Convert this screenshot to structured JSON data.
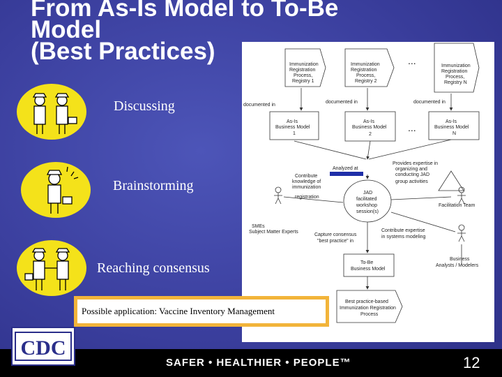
{
  "slide": {
    "title_lines": [
      "From As-Is Model to To-Be",
      "Model",
      "(Best Practices)"
    ],
    "steps": [
      "Discussing",
      "Brainstorming",
      "Reaching consensus"
    ],
    "callout": "Possible application: Vaccine Inventory Management",
    "tagline": "SAFER • HEALTHIER • PEOPLE™",
    "page_number": "12",
    "logo_text": "CDC"
  },
  "diagram": {
    "process_1": [
      "Immunization",
      "Registration",
      "Process,",
      "Registry 1"
    ],
    "process_2": [
      "Immunization",
      "Registration",
      "Process,",
      "Registry 2"
    ],
    "process_n": [
      "Immunization",
      "Registration",
      "Process,",
      "Registry N"
    ],
    "documented_in": [
      "documented in",
      "documented in",
      "documented in"
    ],
    "model_1": [
      "As-Is",
      "Business Model",
      "1"
    ],
    "model_2": [
      "As-Is",
      "Business Model",
      "2"
    ],
    "model_n": [
      "As-Is",
      "Business Model",
      "N"
    ],
    "ellipsis": "...",
    "analyzed_at": "Analyzed at",
    "contribute_knowledge": [
      "Contribute",
      "knowledge of",
      "immunization",
      "registration"
    ],
    "provides_expertise": [
      "Provides expertise in",
      "organizing and",
      "conducting JAD",
      "group activities"
    ],
    "jad": [
      "JAD",
      "facilitated",
      "workshop",
      "session(s)"
    ],
    "facilitation_team": "Facilitation Team",
    "smes": [
      "SMEs",
      "Subject Matter Experts"
    ],
    "capture_consensus": [
      "Capture consensus",
      "\"best practice\" in"
    ],
    "contribute_expertise": [
      "Contribute expertise",
      "in systems modeling"
    ],
    "business_analysts": [
      "Business",
      "Analysts / Modelers"
    ],
    "to_be": [
      "To-Be",
      "Business Model"
    ],
    "best_practice": [
      "Best practice-based",
      "Immunization Registration",
      "Process"
    ]
  },
  "colors": {
    "background": "#3b3f9e",
    "title": "#ffffff",
    "callout_border": "#f2b43a",
    "clipart_fill": "#f4e21a",
    "highlight_bar": "#1f2fa8"
  }
}
